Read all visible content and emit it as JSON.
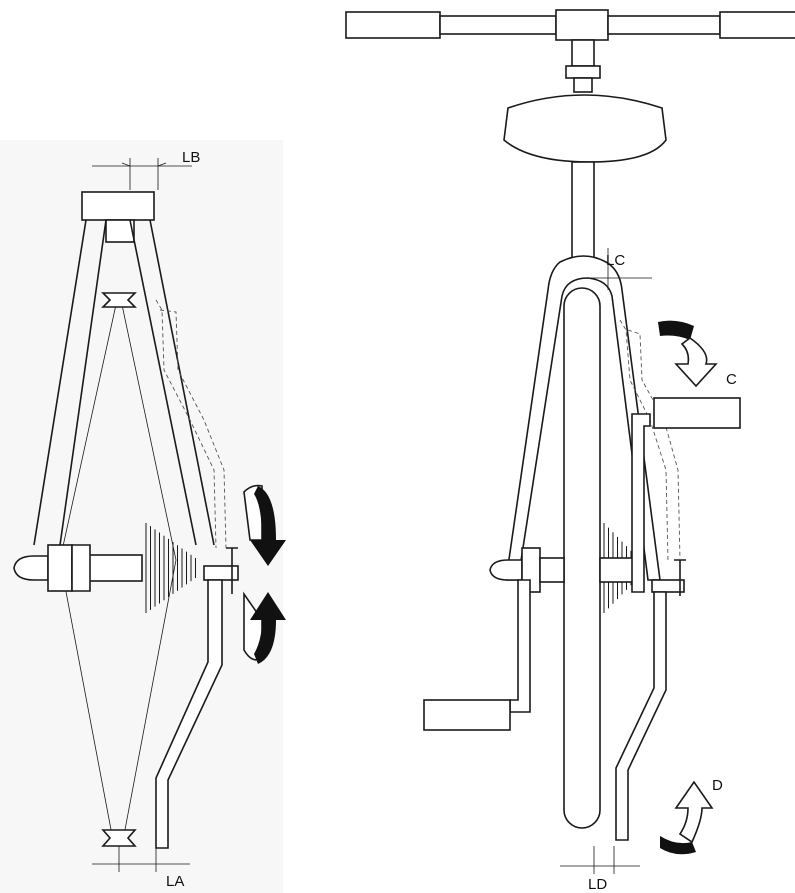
{
  "labels": {
    "lb": "LB",
    "la": "LA",
    "lc": "LC",
    "ld": "LD",
    "c": "C",
    "d": "D"
  },
  "colors": {
    "line": "#1a1a1a",
    "panel_bg": "#f7f7f7",
    "arrow_dark": "#111111"
  }
}
